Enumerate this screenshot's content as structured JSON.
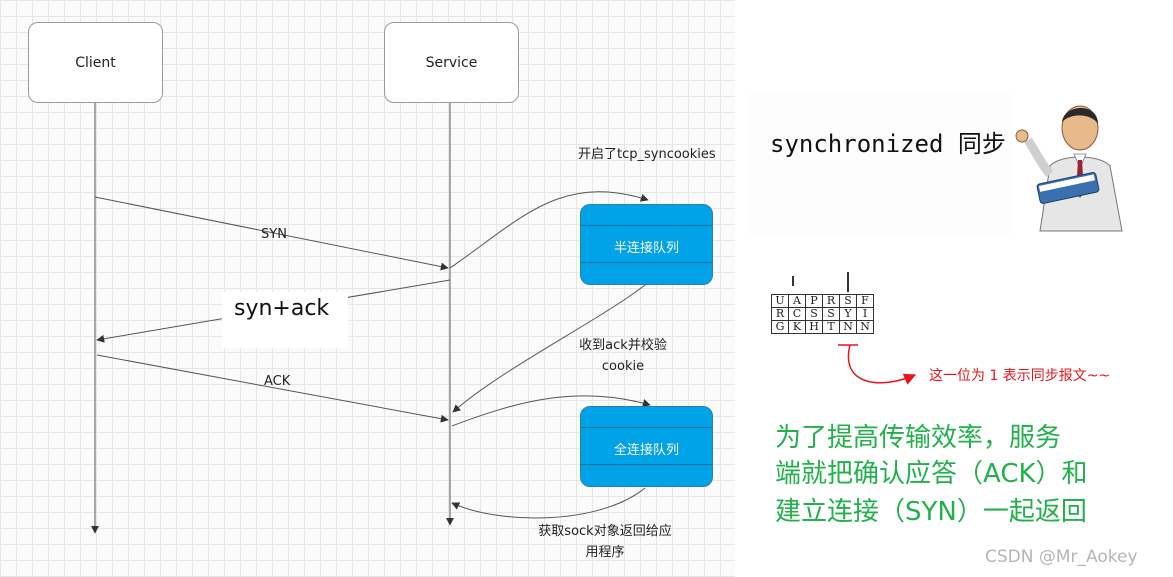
{
  "actors": {
    "client": "Client",
    "service": "Service"
  },
  "messages": {
    "syn": "SYN",
    "synack": "syn+ack",
    "ack": "ACK"
  },
  "notes": {
    "syncookies": "开启了tcp_syncookies",
    "ack_check_line1": "收到ack并校验",
    "ack_check_line2": "cookie",
    "deliver_line1": "获取sock对象返回给应",
    "deliver_line2": "用程序"
  },
  "queues": {
    "half": "半连接队列",
    "full": "全连接队列"
  },
  "synchronized_text": "synchronized 同步",
  "tcp_flags": {
    "rows": [
      [
        "U",
        "A",
        "P",
        "R",
        "S",
        "F"
      ],
      [
        "R",
        "C",
        "S",
        "S",
        "Y",
        "I"
      ],
      [
        "G",
        "K",
        "H",
        "T",
        "N",
        "N"
      ]
    ]
  },
  "red_note": "这一位为 1 表示同步报文~~",
  "explanation": {
    "line1": "为了提高传输效率，服务",
    "line2": "端就把确认应答（ACK）和",
    "line3": "建立连接（SYN）一起返回"
  },
  "watermark": "CSDN @Mr_Aokey",
  "colors": {
    "queue_fill": "#00a2e8",
    "note_red": "#e8141c",
    "explain_green": "#22b14c"
  }
}
